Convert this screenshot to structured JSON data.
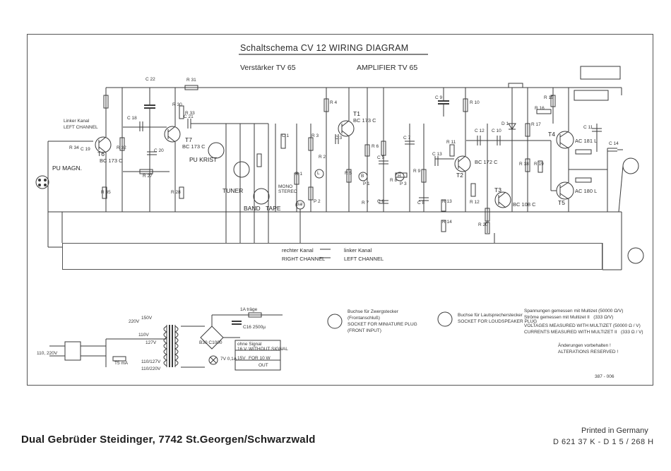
{
  "header": {
    "title": "Schaltschema CV 12   WIRING DIAGRAM",
    "subtitle_de": "Verstärker TV 65",
    "subtitle_en": "AMPLIFIER TV 65"
  },
  "inputs": {
    "left_channel": "Linker Kanal\nLEFT CHANNEL",
    "pu_magn": "PU MAGN.",
    "pu_krist": "PU KRIST",
    "tuner": "TUNER",
    "band": "BAND",
    "tape": "TAPE",
    "mono_stereo": "MONO STEREO"
  },
  "transistors": [
    {
      "ref": "T6",
      "type": "BC 173 C"
    },
    {
      "ref": "T7",
      "type": "BC 173 C"
    },
    {
      "ref": "T1",
      "type": "BC 173 C"
    },
    {
      "ref": "T2",
      "type": "BC 172 C"
    },
    {
      "ref": "T3",
      "type": "BC 108 C"
    },
    {
      "ref": "T4",
      "type": "AC 181 L"
    },
    {
      "ref": "T5",
      "type": "AC 180 L"
    }
  ],
  "components": {
    "c22": "C 22",
    "r31": "R 31",
    "r30": "R 30",
    "r33": "R 33",
    "c18": "C 18",
    "c19": "C 19",
    "c20": "C 20",
    "c21": "C 21",
    "r34": "R 34",
    "r32": "R 32",
    "r35": "R 35",
    "r27": "R 27",
    "r28": "R 28",
    "c1": "C 1",
    "r1": "R 1",
    "r2": "R 2",
    "r3": "R 3",
    "r4": "R 4",
    "c3": "C 3",
    "c5": "C 5",
    "c6": "C 6",
    "c7": "C 7",
    "c8": "C 8",
    "c9": "C 9",
    "p1": "P 1",
    "p2": "P 2",
    "p3": "P 3",
    "r5": "R 5",
    "r6": "R 6",
    "r7": "R 7",
    "r8": "R 8",
    "r9": "R 9",
    "r10": "R 10",
    "r11": "R 11",
    "r12": "R 12",
    "r13": "R 13",
    "r14": "R 14",
    "r15": "R 15",
    "r16": "R 16",
    "r17": "R 17",
    "r18": "R 18",
    "r19": "R 19",
    "r20": "R 20",
    "c10": "C 10",
    "c11": "C 11",
    "c12": "C 12",
    "c13": "C 13",
    "c14": "C 14",
    "d1": "D 1"
  },
  "knob_letters": [
    "L",
    "B",
    "H",
    "Bal"
  ],
  "bus": {
    "de_right": "rechter Kanal",
    "de_left": "linker Kanal",
    "en_right": "RIGHT CHANNEL",
    "en_left": "LEFT CHANNEL"
  },
  "power_supply": {
    "mains": "110, 220V",
    "fuse": "T5 mA",
    "v220": "220V",
    "v110": "110V",
    "transformer_taps": [
      "150V",
      "127V",
      "110/127V",
      "110/220V"
    ],
    "rectifier": "B30 C1000",
    "fuse2": "1A träge",
    "ripple_cap": "C16 2500µ",
    "lamp": "7V 0,1A",
    "table_title": "ohne Signal",
    "table_lines": [
      "16 V",
      "WITHOUT SIGNAL",
      "15V",
      "FOR 10 W",
      "OUT"
    ]
  },
  "legend": {
    "miniature_de": "Buchse für Zwergstecker\n(Frontanschluß)",
    "miniature_en": "SOCKET FOR MINIATURE PLUG\n(FRONT INPUT)",
    "speaker_de": "Buchse für Lautsprecherstecker",
    "speaker_en": "SOCKET FOR LOUDSPEAKER PLUG",
    "measure_de": "Spannungen gemessen mit Multizet (50000 Ω/V)\nStröme gemessen mit Multizet II   (333 Ω/V)",
    "measure_en": "VOLTAGES MEASURED WITH MULTIZET (50000 Ω / V)\nCURRENTS MEASURED WITH MULTIZET II   (333 Ω / V)",
    "changes_de": "Änderungen vorbehalten !",
    "changes_en": "ALTERATIONS RESERVED !",
    "drawing_no": "387 - 006"
  },
  "footer": {
    "company": "Dual Gebrüder Steidinger, 7742 St.Georgen/Schwarzwald",
    "printed": "Printed in Germany",
    "code": "D 621   37 K - D 1   5 / 268 H"
  }
}
